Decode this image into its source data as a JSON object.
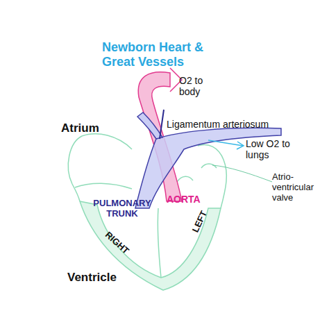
{
  "diagram": {
    "title": "Newborn Heart & Great Vessels",
    "labels": [
      "O2 to body",
      "Ligamentum arteriosum",
      "Low O2 to lungs",
      "Atrium",
      "Atrio-ventricular valve",
      "PULMONARY TRUNK",
      "AORTA",
      "LEFT",
      "RIGHT",
      "Ventricle"
    ]
  }
}
